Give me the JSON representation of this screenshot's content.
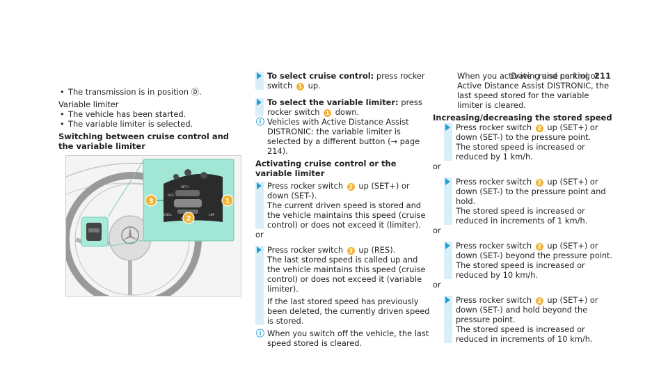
{
  "header": {
    "section": "Driving and parking",
    "page": "211"
  },
  "col1": {
    "bullet1": "The transmission is in position Ⓓ.",
    "varlimiter_label": "Variable limiter",
    "bullet2": "The vehicle has been started.",
    "bullet3": "The variable limiter is selected.",
    "heading_switching": "Switching between cruise control and the variable limiter",
    "figure_callouts": [
      "1",
      "2",
      "3"
    ],
    "figure_panel_labels": [
      "SET+",
      "RES",
      "CNCL",
      "SET-",
      "LIM"
    ]
  },
  "col2": {
    "step1_bold": "To select cruise control:",
    "step1_text_a": " press rocker switch ",
    "step1_num": "1",
    "step1_text_b": " up.",
    "step2_bold": "To select the variable limiter:",
    "step2_text_a": " press rocker switch ",
    "step2_num": "1",
    "step2_text_b": " down.",
    "note1": "Vehicles with Active Distance Assist DISTRONIC: the variable limiter is selected by a different button (→ page 214).",
    "heading_activating": "Activating cruise control or the variable limiter",
    "step3_a": "Press rocker switch ",
    "step3_num": "2",
    "step3_b": " up (SET+) or down (SET-).",
    "step3_c": "The current driven speed is stored and the vehicle maintains this speed (cruise control) or does not exceed it (limiter).",
    "or1": "or",
    "step4_a": "Press rocker switch ",
    "step4_num": "3",
    "step4_b": " up (RES).",
    "step4_c": "The last stored speed is called up and the vehicle maintains this speed (cruise control) or does not exceed it (variable limiter).",
    "step4_d": "If the last stored speed has previously been deleted, the currently driven speed is stored.",
    "note2": "When you switch off the vehicle, the last speed stored is cleared."
  },
  "col3": {
    "cont": "When you activate cruise control or Active Distance Assist DISTRONIC, the last speed stored for the variable limiter is cleared.",
    "heading_incdec": "Increasing/decreasing the stored speed",
    "s1_a": "Press rocker switch ",
    "s1_num": "2",
    "s1_b": " up (SET+) or down (SET-) to the pressure point.",
    "s1_c": "The stored speed is increased or reduced by 1 km/h.",
    "or1": "or",
    "s2_a": "Press rocker switch ",
    "s2_num": "2",
    "s2_b": " up (SET+) or down (SET-) to the pressure point and hold.",
    "s2_c": "The stored speed is increased or reduced in increments of 1 km/h.",
    "or2": "or",
    "s3_a": "Press rocker switch ",
    "s3_num": "2",
    "s3_b": " up (SET+) or down (SET-) beyond the pressure point.",
    "s3_c": "The stored speed is increased or reduced by 10 km/h.",
    "or3": "or",
    "s4_a": "Press rocker switch ",
    "s4_num": "2",
    "s4_b": " up (SET+) or down (SET-) and hold beyond the pressure point.",
    "s4_c": "The stored speed is increased or reduced in increments of 10 km/h."
  },
  "colors": {
    "accent_blue": "#1aa0d8",
    "step_bar": "#d9eef9",
    "callout": "#f2b233",
    "panel_green": "#9fe3d8"
  }
}
